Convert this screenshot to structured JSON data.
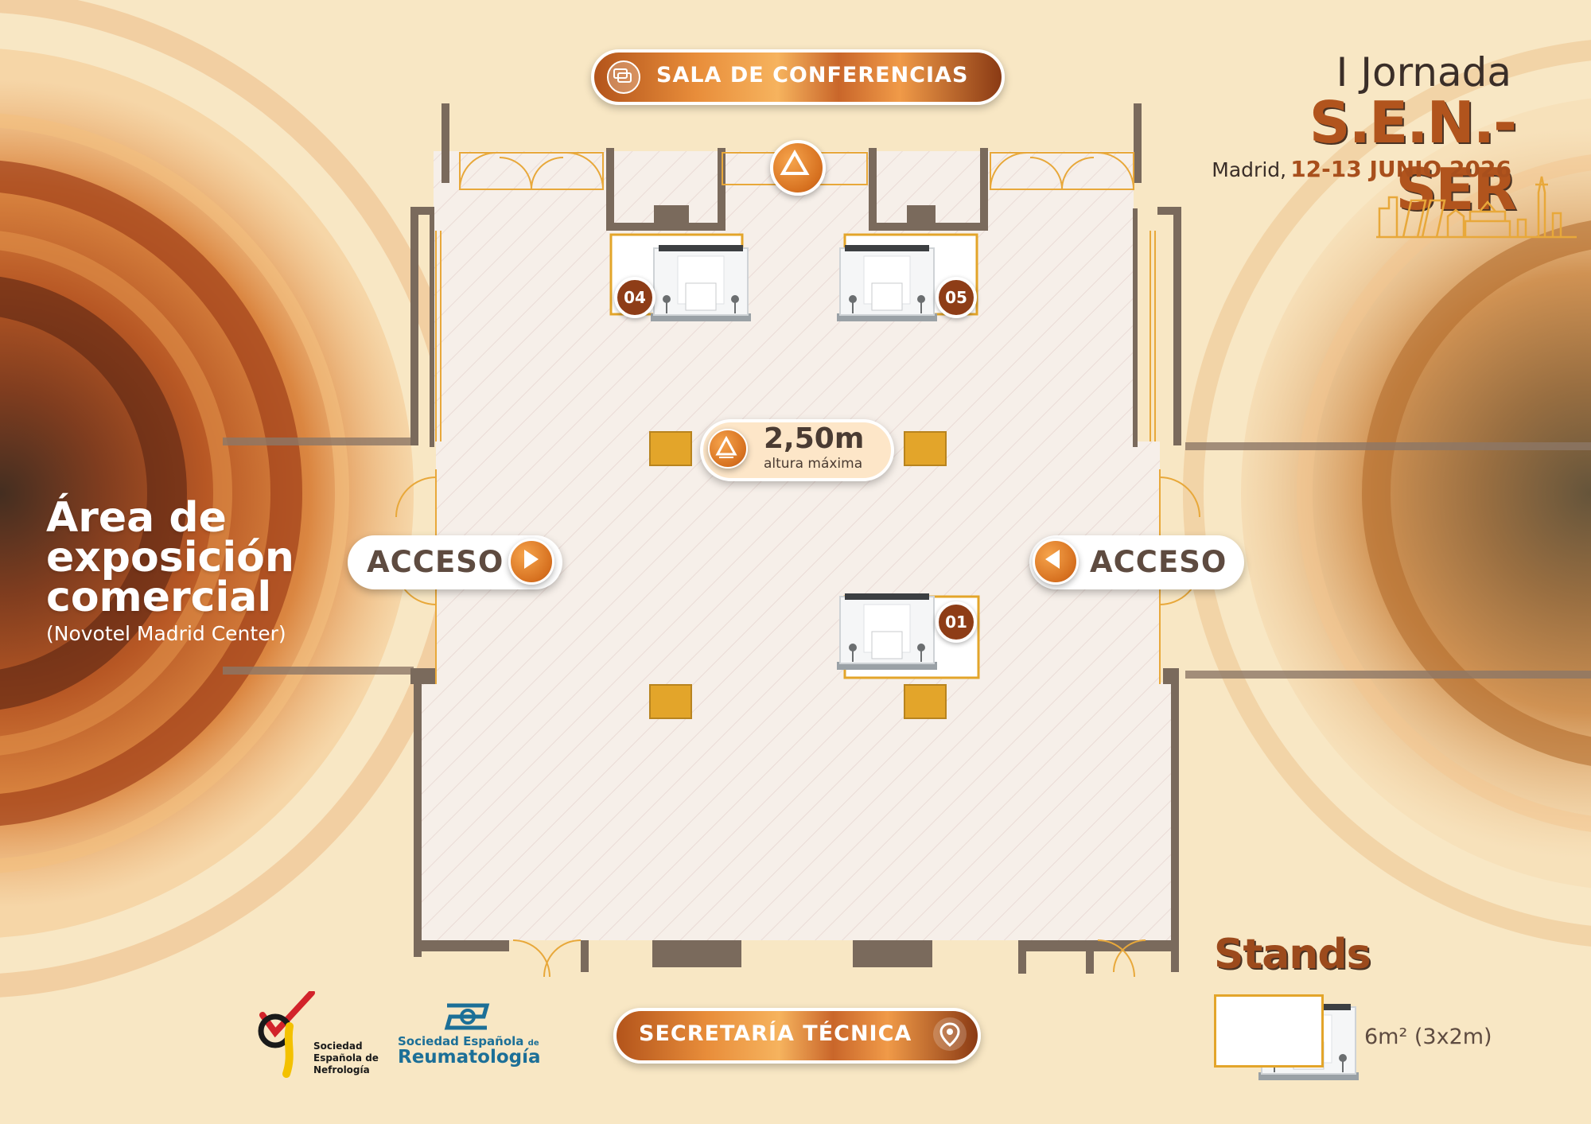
{
  "event": {
    "line1": "I Jornada",
    "brand": "S.E.N.-SER",
    "city": "Madrid,",
    "dates": "12-13 JUNIO 2026"
  },
  "area": {
    "title_line1": "Área de",
    "title_line2": "exposición",
    "title_line3": "comercial",
    "subtitle": "(Novotel Madrid Center)"
  },
  "labels": {
    "sala": "SALA DE CONFERENCIAS",
    "secretaria": "SECRETARÍA TÉCNICA",
    "acceso_left": "ACCESO",
    "acceso_right": "ACCESO",
    "height_value": "2,50m",
    "height_caption": "altura máxima"
  },
  "stands": [
    {
      "number": "04"
    },
    {
      "number": "05"
    },
    {
      "number": "01"
    }
  ],
  "legend": {
    "title": "Stands",
    "size": "6m² (3x2m)"
  },
  "logos": {
    "sen_line1": "Sociedad",
    "sen_line2": "Española de",
    "sen_line3": "Nefrología",
    "ser_line1": "Sociedad Española",
    "ser_de": "de",
    "ser_line2": "Reumatología"
  },
  "icons": {
    "sala": "chat-bubbles-icon",
    "secretaria": "location-pin-icon",
    "acceso_left": "arrow-right-icon",
    "acceso_right": "arrow-left-icon",
    "height": "triangle-up-icon",
    "top": "triangle-up-icon"
  },
  "colors": {
    "background": "#f8e7c4",
    "wall": "#7a6a5c",
    "floor": "#f6efe9",
    "stand_outline": "#e3a52a",
    "column": "#e3a52a",
    "accent": "#d6701f",
    "badge": "#8e3d17",
    "ser_blue": "#1c6f97"
  }
}
